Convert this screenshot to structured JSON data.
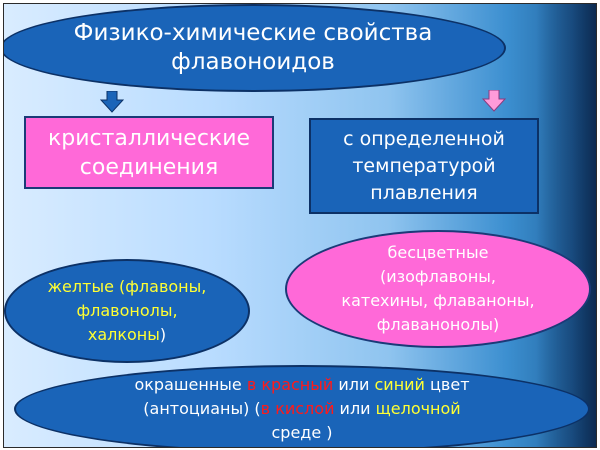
{
  "title": {
    "line1": "Физико-химические свойства",
    "line2": "флавоноидов"
  },
  "left_box": {
    "line1": "кристаллические",
    "line2": "соединения"
  },
  "right_box": {
    "line1": "с определенной",
    "line2": "температурой",
    "line3": "плавления"
  },
  "yellow_flavonoids": {
    "part1": "желтые (флавоны,",
    "part2": "флавонолы,",
    "part3": "халконы",
    "part4": ")"
  },
  "colorless_flavonoids": {
    "line1": "бесцветные",
    "line2": "(изофлавоны,",
    "line3": "катехины, флаваноны,",
    "line4": "флаванонолы)"
  },
  "colored": {
    "t1": "окрашенные ",
    "t2": "в красный",
    "t3": " или ",
    "t4": "синий",
    "t5": " цвет",
    "t6": "(антоцианы) (",
    "t7": "в кислой",
    "t8": " или ",
    "t9": "щелочной",
    "t10": "среде )"
  },
  "colors": {
    "dark_blue": "#1a64b8",
    "pink": "#ff69d8",
    "yellow_text": "#ffff33",
    "red_text": "#ff1a1a"
  },
  "icons": [
    "down-arrow-icon-blue",
    "down-arrow-icon-pink"
  ]
}
